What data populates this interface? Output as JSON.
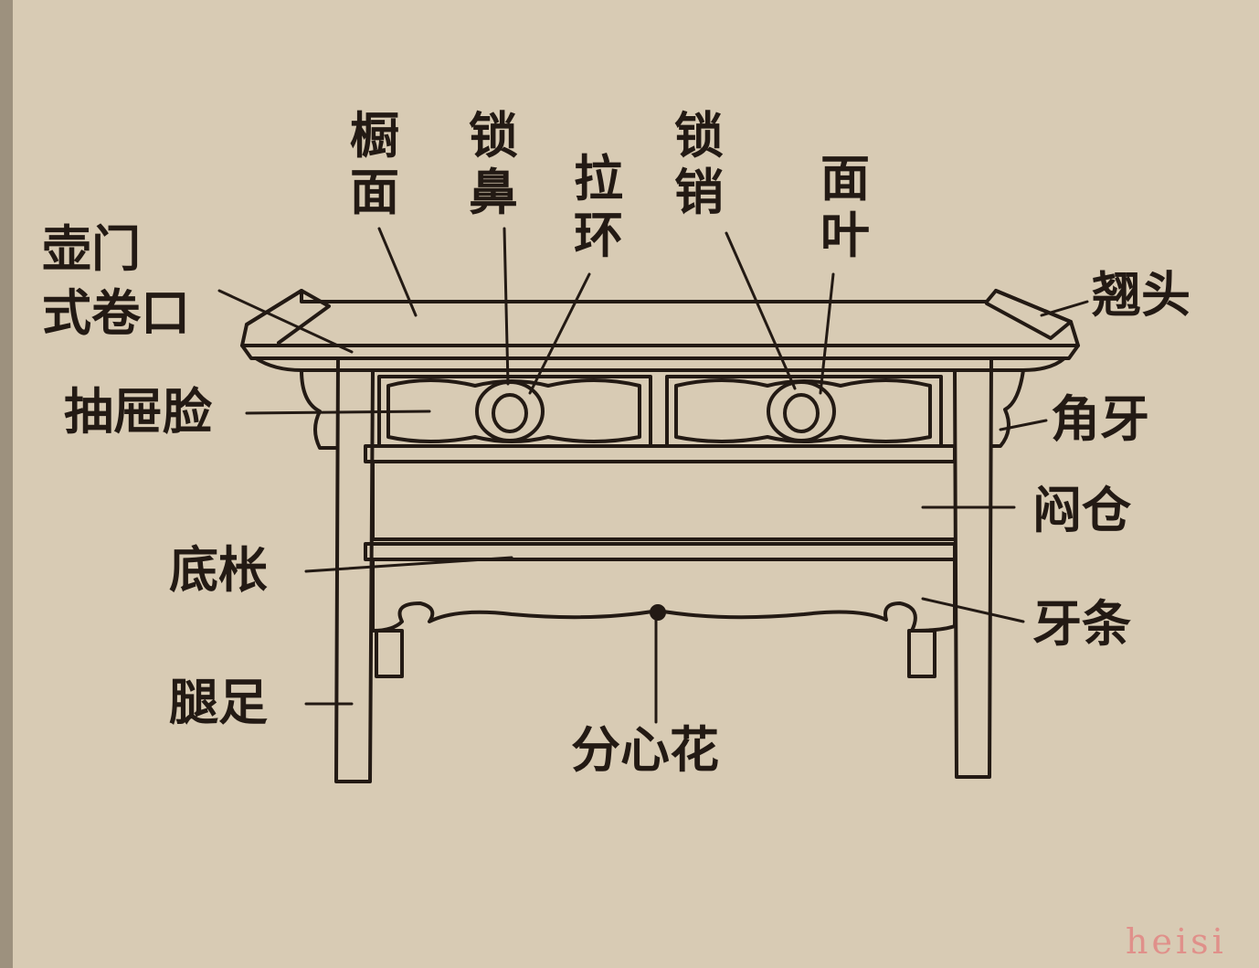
{
  "labels": {
    "chumian": "橱面",
    "suobi": "锁鼻",
    "lahuan": "拉环",
    "suoxiao": "锁销",
    "mianye": "面叶",
    "humen_1": "壶门",
    "humen_2": "式卷口",
    "qiaotou": "翘头",
    "chouti": "抽屉脸",
    "jiaoya": "角牙",
    "mencang": "闷仓",
    "dicheng": "底枨",
    "yatiao": "牙条",
    "tuizu": "腿足",
    "fenxinhua": "分心花"
  },
  "watermark": "heisi",
  "colors": {
    "background": "#d8cbb4",
    "ink": "#231a14",
    "watermark": "#e0908a"
  }
}
